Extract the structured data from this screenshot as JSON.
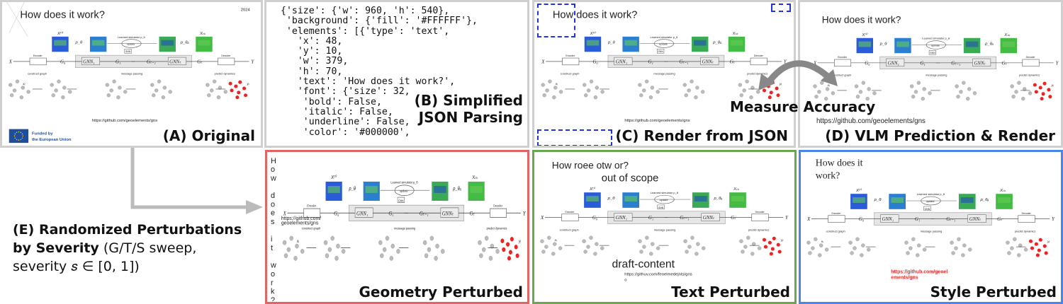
{
  "slide": {
    "title": "How does it work?",
    "year": "2024",
    "url": "https://github.com/geoelements/gns",
    "funding": [
      "Funded by",
      "the European Union"
    ],
    "learned_simulator": "Learned simulator p_θ",
    "update": "update",
    "gnn": "GNN",
    "encoder": "Encoder",
    "decoder": "Decoder",
    "nodes": [
      "X",
      "G₀",
      "GNN₁",
      "G₁",
      "···",
      "Gₜ₋₁",
      "GNNₜ",
      "Gₜ",
      "Y"
    ],
    "cube_labels": [
      "Xᵗ⁰",
      "p_θ",
      "p_θₐ",
      "Xₜₖ"
    ],
    "stage_labels": [
      "construct graph",
      "message passing",
      "predict dynamics"
    ],
    "graph_labels": [
      "xᵢ",
      "yᵢ"
    ]
  },
  "panels": {
    "original": {
      "caption": "(A) Original"
    },
    "json": {
      "caption_lines": [
        "(B) Simplified",
        "JSON Parsing"
      ],
      "code": "{'size': {'w': 960, 'h': 540},\n 'background': {'fill': '#FFFFFF'},\n 'elements': [{'type': 'text',\n   'x': 48,\n   'y': 10,\n   'w': 379,\n   'h': 70,\n   'text': 'How does it work?',\n   'font': {'size': 32,\n    'bold': False,\n    'italic': False,\n    'underline': False,\n    'color': '#000000',"
    },
    "render": {
      "caption": "(C) Render from JSON"
    },
    "vlm": {
      "caption": "(D) VLM Prediction & Render",
      "measure": "Measure Accuracy"
    },
    "perturb": {
      "title_bold": "(E) Randomized Perturbations",
      "line2_bold": "by Severity",
      "line2_rest": " (G/T/S sweep,",
      "line3": "severity 𝑠 ∈ [0, 1])"
    },
    "geometry": {
      "caption": "Geometry Perturbed",
      "url_lines": [
        "https://github.com/",
        "geoelements/gns"
      ],
      "color": "#e06666"
    },
    "text": {
      "caption": "Text Perturbed",
      "title": "How roee otw or?",
      "overlay1": "out of scope",
      "overlay2": "draft-content",
      "url": "https://githuv.com/feoelmedejnts/gns",
      "stray": "o",
      "color": "#6aa84f"
    },
    "style": {
      "caption": "Style Perturbed",
      "title_lines": [
        "How does it",
        "work?"
      ],
      "url_lines": [
        "https://github.com/geoel",
        "ements/gns"
      ],
      "url_color": "#ff2222",
      "color": "#4a86e8"
    }
  }
}
